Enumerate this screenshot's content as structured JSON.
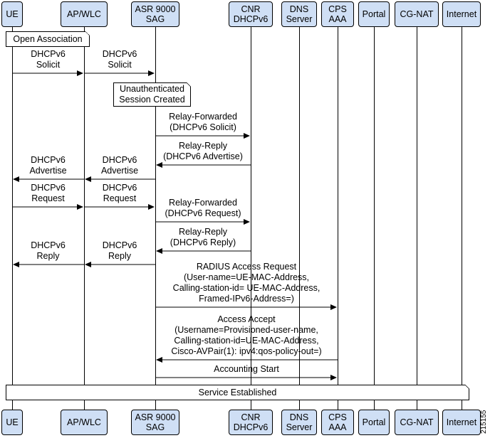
{
  "participants": [
    {
      "id": "ue",
      "label": "UE"
    },
    {
      "id": "apwlc",
      "label": "AP/WLC"
    },
    {
      "id": "asr",
      "label": "ASR 9000\nSAG"
    },
    {
      "id": "cnr",
      "label": "CNR\nDHCPv6"
    },
    {
      "id": "dns",
      "label": "DNS\nServer"
    },
    {
      "id": "cps",
      "label": "CPS\nAAA"
    },
    {
      "id": "portal",
      "label": "Portal"
    },
    {
      "id": "cgnat",
      "label": "CG-NAT"
    },
    {
      "id": "internet",
      "label": "Internet"
    }
  ],
  "notes": {
    "open_association": "Open Association",
    "unauth_session": "Unauthenticated\nSession Created",
    "service_established": "Service Established"
  },
  "messages": [
    {
      "from": "ue",
      "to": "apwlc",
      "label": "DHCPv6\nSolicit"
    },
    {
      "from": "apwlc",
      "to": "asr",
      "label": "DHCPv6\nSolicit"
    },
    {
      "from": "asr",
      "to": "cnr",
      "label": "Relay-Forwarded\n(DHCPv6 Solicit)"
    },
    {
      "from": "cnr",
      "to": "asr",
      "label": "Relay-Reply\n(DHCPv6 Advertise)"
    },
    {
      "from": "asr",
      "to": "apwlc",
      "label": "DHCPv6\nAdvertise"
    },
    {
      "from": "apwlc",
      "to": "ue",
      "label": "DHCPv6\nAdvertise"
    },
    {
      "from": "ue",
      "to": "apwlc",
      "label": "DHCPv6\nRequest"
    },
    {
      "from": "apwlc",
      "to": "asr",
      "label": "DHCPv6\nRequest"
    },
    {
      "from": "asr",
      "to": "cnr",
      "label": "Relay-Forwarded\n(DHCPv6 Request)"
    },
    {
      "from": "cnr",
      "to": "asr",
      "label": "Relay-Reply\n(DHCPv6 Reply)"
    },
    {
      "from": "asr",
      "to": "apwlc",
      "label": "DHCPv6\nReply"
    },
    {
      "from": "apwlc",
      "to": "ue",
      "label": "DHCPv6\nReply"
    },
    {
      "from": "asr",
      "to": "cps",
      "label": "RADIUS Access Request\n(User-name=UE-MAC-Address,\nCalling-station-id= UE-MAC-Address,\nFramed-IPv6-Address=)"
    },
    {
      "from": "cps",
      "to": "asr",
      "label": "Access Accept\n(Username=Provisioned-user-name,\nCalling-station-id=UE-MAC-Address,\nCisco-AVPair(1): ipv4:qos-policy-out=)"
    },
    {
      "from": "asr",
      "to": "cps",
      "label": "Accounting Start"
    }
  ],
  "figure_id": "215155"
}
